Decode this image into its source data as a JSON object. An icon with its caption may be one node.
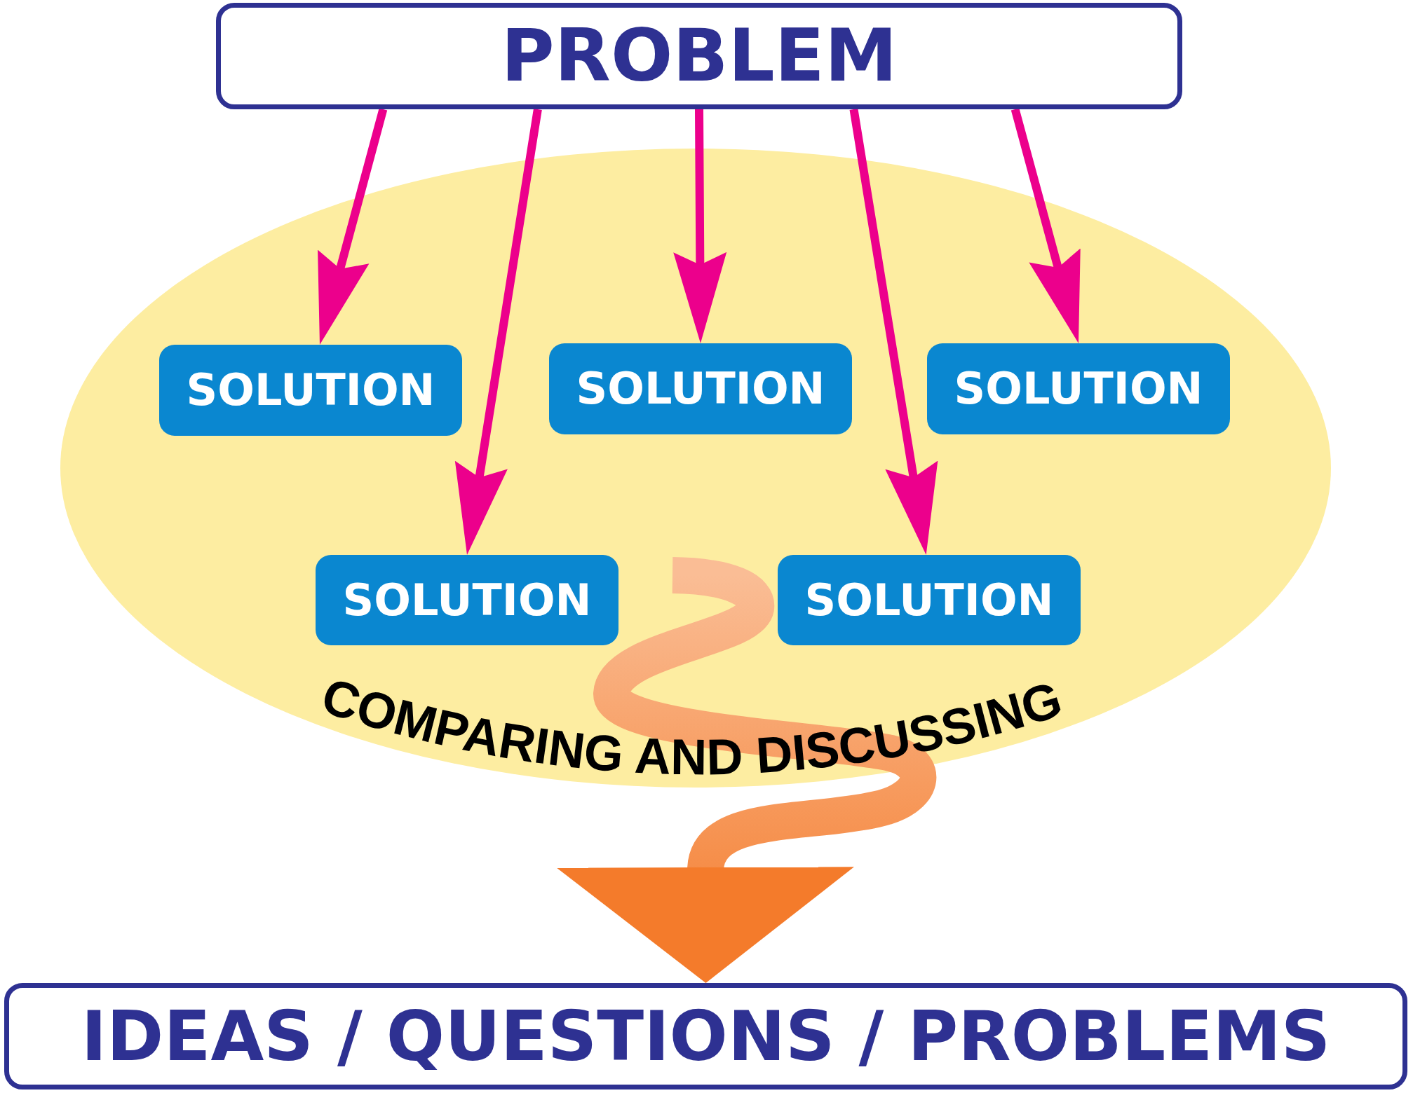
{
  "diagram": {
    "nodes": [
      {
        "text": [
          "PROBLEM"
        ]
      },
      {
        "text": [
          "COMPARING AND DISCUSSING"
        ]
      },
      {
        "text": [
          "SOLUTION"
        ],
        "in": 1
      },
      {
        "text": [
          "SOLUTION"
        ],
        "in": 1
      },
      {
        "text": [
          "SOLUTION"
        ],
        "in": 1
      },
      {
        "text": [
          "SOLUTION"
        ],
        "in": 1
      },
      {
        "text": [
          "SOLUTION"
        ],
        "in": 1
      },
      {
        "text": [
          "IDEAS / QUESTIONS / PROBLEMS"
        ]
      }
    ],
    "edges": [
      {
        "from": 0,
        "to": 2,
        "arrow": "to"
      },
      {
        "from": 0,
        "to": 5,
        "arrow": "to"
      },
      {
        "from": 0,
        "to": 3,
        "arrow": "to"
      },
      {
        "from": 0,
        "to": 6,
        "arrow": "to"
      },
      {
        "from": 0,
        "to": 4,
        "arrow": "to"
      },
      {
        "from": null,
        "to": 7,
        "arrow": "to",
        "style": "thick",
        "color": "#f47b2b"
      }
    ]
  }
}
